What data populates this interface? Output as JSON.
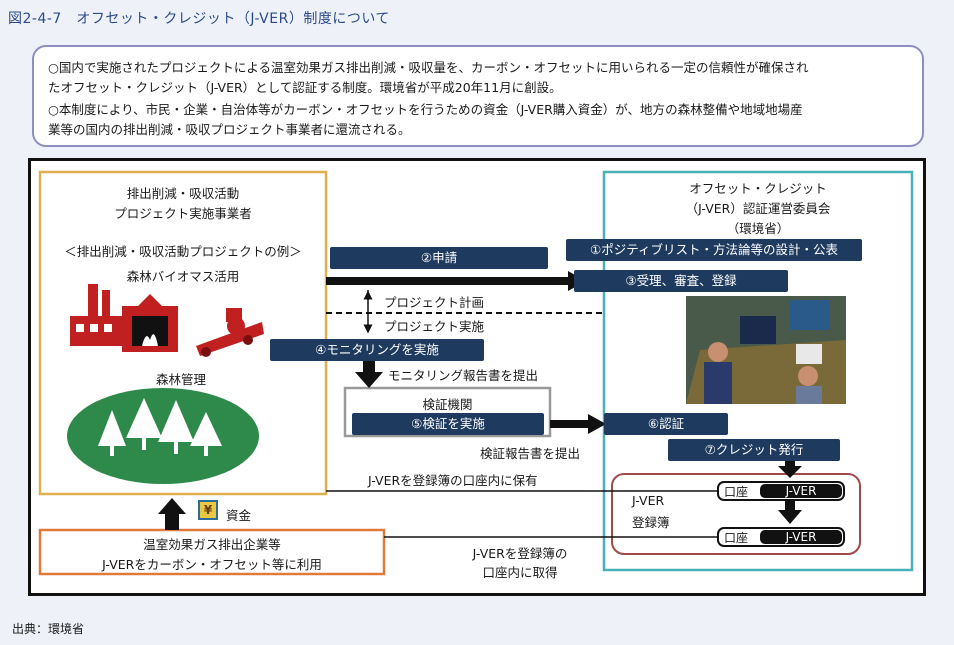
{
  "figure": {
    "title": "図2-4-7　オフセット・クレジット（J-VER）制度について",
    "source": "出典：環境省"
  },
  "notes": {
    "line1": "○国内で実施されたプロジェクトによる温室効果ガス排出削減・吸収量を、カーボン・オフセットに用いられる一定の信頼性が確保され",
    "line2": "たオフセット・クレジット（J-VER）として認証する制度。環境省が平成20年11月に創設。",
    "line3": "○本制度により、市民・企業・自治体等がカーボン・オフセットを行うための資金（J-VER購入資金）が、地方の森林整備や地域地場産",
    "line4": "業等の国内の排出削減・吸収プロジェクト事業者に還流される。"
  },
  "left_box": {
    "title_line1": "排出削減・吸収活動",
    "title_line2": "プロジェクト実施事業者",
    "example_label": "＜排出削減・吸収活動プロジェクトの例＞",
    "biomass_label": "森林バイオマス活用",
    "forest_label": "森林管理"
  },
  "right_box": {
    "title_line1": "オフセット・クレジット",
    "title_line2": "（J-VER）認証運営委員会",
    "title_line3": "（環境省）"
  },
  "steps": {
    "s1": "①ポジティブリスト・方法論等の設計・公表",
    "s2": "②申請",
    "s3": "③受理、審査、登録",
    "s4": "④モニタリングを実施",
    "s5": "⑤検証を実施",
    "s6": "⑥認証",
    "s7": "⑦クレジット発行"
  },
  "labels": {
    "project_plan": "プロジェクト計画",
    "project_impl": "プロジェクト実施",
    "monitoring_report": "モニタリング報告書を提出",
    "verification_body": "検証機関",
    "verification_report": "検証報告書を提出",
    "hold_in_account": "J-VERを登録簿の口座内に保有",
    "registry_line1": "J-VER",
    "registry_line2": "登録簿",
    "account": "口座",
    "jver": "J-VER",
    "funds": "資金",
    "yen_symbol": "¥",
    "acquire_line1": "J-VERを登録簿の",
    "acquire_line2": "口座内に取得"
  },
  "bottom_box": {
    "line1": "温室効果ガス排出企業等",
    "line2": "J-VERをカーボン・オフセット等に利用"
  },
  "colors": {
    "pill": "#1e3a5f",
    "left_border": "#e0b050",
    "right_border": "#4ab0b8",
    "bottom_border": "#e07a3a",
    "registry_border": "#a04a4a",
    "tree_green": "#2e8a4a",
    "factory_red": "#c02020"
  },
  "icons": [
    "factory-icon",
    "boiler-icon",
    "chipper-icon",
    "forest-icon",
    "meeting-photo",
    "yen-icon"
  ]
}
